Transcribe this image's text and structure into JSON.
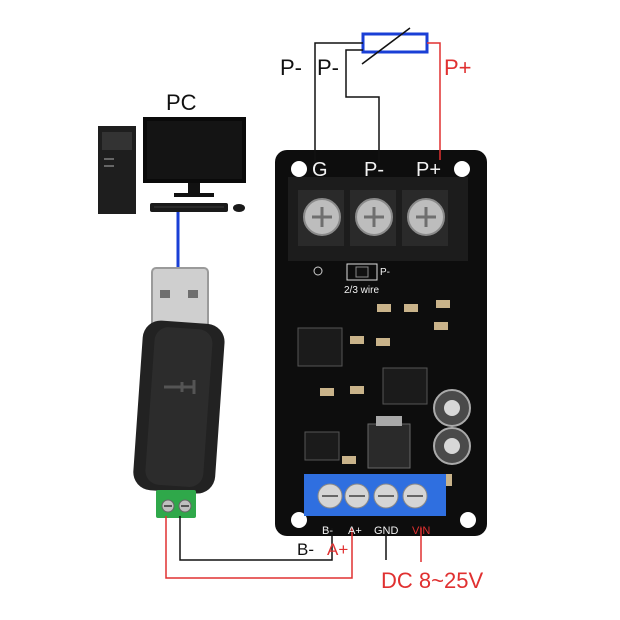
{
  "labels": {
    "pc": "PC",
    "probe_left": "P-",
    "probe_mid": "P-",
    "probe_right": "P+",
    "rs485_b": "B-",
    "rs485_a": "A+",
    "power": "DC 8~25V"
  },
  "board": {
    "sensor_terminals": [
      "G",
      "P-",
      "P+"
    ],
    "wire_mode_label": "2/3 wire",
    "jumper_label": "P-",
    "output_terminals": [
      "B-",
      "A+",
      "GND",
      "VIN"
    ]
  },
  "colors": {
    "positive_wire": "#e03030",
    "signal_wire": "#111111",
    "usb_link": "#1a3fd6",
    "rtd_element": "#1a3fd6",
    "pcb": "#0d0d0d",
    "sensor_terminal_block": "#1c1c1c",
    "output_terminal_block": "#2f6fe0",
    "adapter_terminal": "#2fa84a"
  },
  "icons": [
    "pc-monitor-icon",
    "pc-tower-icon",
    "keyboard-icon",
    "mouse-icon",
    "usb-adapter-icon",
    "rtd-resistor-icon"
  ]
}
